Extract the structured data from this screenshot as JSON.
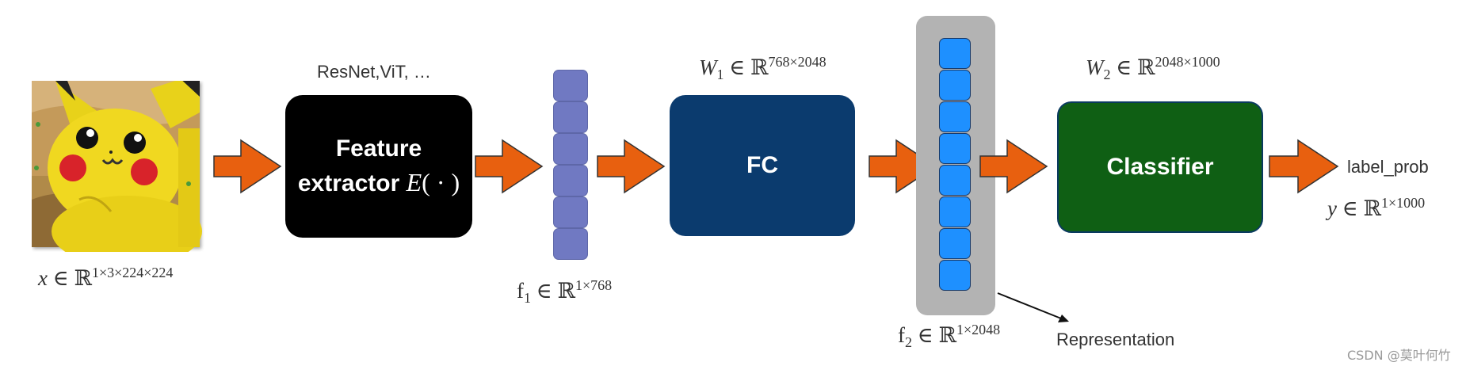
{
  "input": {
    "label_var": "x",
    "label_set": "ℝ",
    "label_exp": "1×3×224×224",
    "image_icon": "pikachu-image"
  },
  "feature_extractor": {
    "caption": "ResNet,ViT, …",
    "line1": "Feature",
    "line2": "extractor",
    "func": "E",
    "func_args": "( · )"
  },
  "f1": {
    "var": "f",
    "sub": "1",
    "set": "ℝ",
    "exp": "1×768",
    "cells": 6
  },
  "fc": {
    "label": "FC",
    "weight_var": "W",
    "weight_sub": "1",
    "weight_set": "ℝ",
    "weight_exp": "768×2048"
  },
  "f2": {
    "var": "f",
    "sub": "2",
    "set": "ℝ",
    "exp": "1×2048",
    "cells": 8,
    "annotation": "Representation"
  },
  "classifier": {
    "label": "Classifier",
    "weight_var": "W",
    "weight_sub": "2",
    "weight_set": "ℝ",
    "weight_exp": "2048×1000"
  },
  "output": {
    "label": "label_prob",
    "var": "y",
    "set": "ℝ",
    "exp": "1×1000"
  },
  "watermark": "CSDN @莫叶何竹",
  "colors": {
    "arrow": "#e8600f",
    "feature_extractor": "#000000",
    "fc": "#0b3b6e",
    "classifier": "#0f5f14",
    "f1_cell": "#7079c2",
    "f2_cell": "#1e90ff",
    "f2_panel": "#b3b3b3"
  }
}
